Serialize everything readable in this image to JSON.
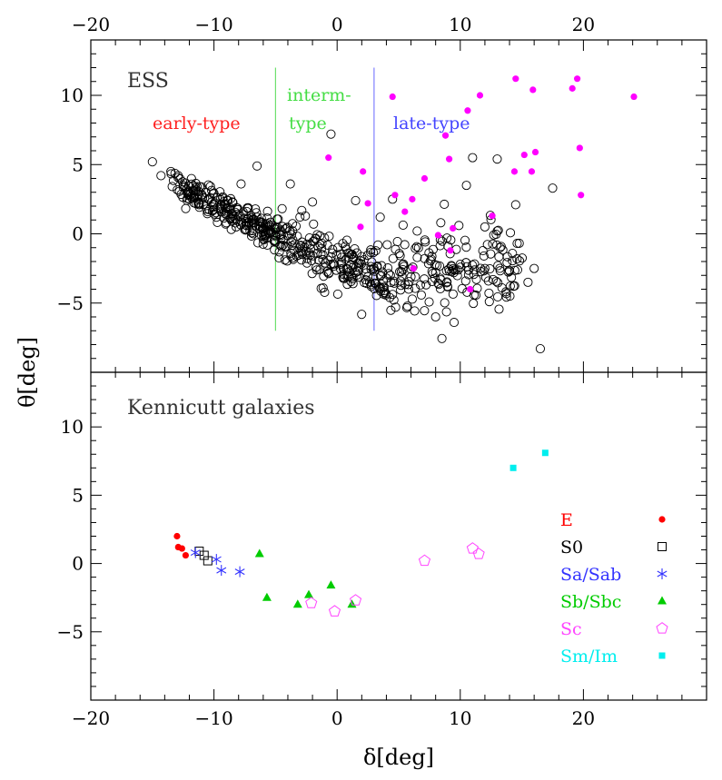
{
  "chart_data": [
    {
      "type": "scatter",
      "panel": "top",
      "title": "ESS",
      "xlim": [
        -20,
        30
      ],
      "ylim": [
        -10,
        14
      ],
      "x_ticks": [
        -20,
        -10,
        0,
        10,
        20
      ],
      "x_tick_labels": [
        "−20",
        "−10",
        "0",
        "10",
        "20"
      ],
      "y_ticks": [
        -5,
        0,
        5,
        10
      ],
      "y_tick_labels": [
        "−5",
        "0",
        "5",
        "10"
      ],
      "grid": false,
      "vlines": [
        {
          "x": -5,
          "color": "#6ee06e",
          "y_range": [
            -7,
            12
          ]
        },
        {
          "x": 3,
          "color": "#8080ff",
          "y_range": [
            -7,
            12
          ]
        }
      ],
      "regions": [
        {
          "label": "early-type",
          "color": "#ff2020"
        },
        {
          "label": "interm-",
          "color": "#44dd44"
        },
        {
          "label": "type",
          "color": "#44dd44"
        },
        {
          "label": "late-type",
          "color": "#4444ff"
        }
      ],
      "series": [
        {
          "marker": "open-circle",
          "color": "#000000",
          "n_points": 640,
          "points": [
            [
              -15,
              5.2
            ],
            [
              -14.3,
              4.2
            ],
            [
              -13.5,
              4.5
            ],
            [
              -12.5,
              3.5
            ],
            [
              -12.2,
              3.2
            ],
            [
              -11.8,
              2.6
            ],
            [
              -11.2,
              2.1
            ],
            [
              -10.5,
              1.6
            ],
            [
              -9.8,
              1.2
            ],
            [
              -9,
              0.8
            ],
            [
              -8.2,
              0.5
            ],
            [
              -7.5,
              0.3
            ],
            [
              -6.8,
              0
            ],
            [
              -6,
              -0.4
            ],
            [
              -5,
              -0.6
            ],
            [
              -4.2,
              -0.9
            ],
            [
              -3.5,
              -1.2
            ],
            [
              -2.5,
              -1.5
            ],
            [
              -1.5,
              -1.9
            ],
            [
              -0.5,
              -2.2
            ],
            [
              0.5,
              -2.5
            ],
            [
              1.5,
              -2.8
            ],
            [
              2.5,
              -3.1
            ],
            [
              4,
              -3.2
            ],
            [
              6,
              -3.1
            ],
            [
              8,
              -2.8
            ],
            [
              10,
              -2.2
            ],
            [
              12,
              -2.5
            ],
            [
              14,
              -2.7
            ],
            [
              15.5,
              -3.5
            ],
            [
              16.5,
              -8.3
            ],
            [
              8,
              -6
            ],
            [
              9.5,
              -6.4
            ],
            [
              -0.5,
              7.2
            ],
            [
              -6.5,
              4.9
            ],
            [
              -7.8,
              3.6
            ],
            [
              4.5,
              2.5
            ],
            [
              11,
              5.5
            ],
            [
              13,
              5.4
            ],
            [
              17.5,
              3.3
            ],
            [
              12,
              0.5
            ],
            [
              16,
              -2.5
            ],
            [
              3.5,
              1.2
            ],
            [
              6.5,
              0.2
            ],
            [
              -2,
              2.3
            ],
            [
              -3.8,
              3.6
            ],
            [
              1.5,
              2.4
            ],
            [
              10.5,
              3.5
            ],
            [
              13,
              0.2
            ],
            [
              14.5,
              2.1
            ]
          ]
        },
        {
          "marker": "filled-circle",
          "color": "#ff00ff",
          "points": [
            [
              4.5,
              9.9
            ],
            [
              -0.7,
              5.5
            ],
            [
              2.5,
              2.2
            ],
            [
              4.7,
              2.8
            ],
            [
              5.5,
              1.6
            ],
            [
              6.1,
              2.5
            ],
            [
              7.1,
              4.0
            ],
            [
              8.2,
              -0.1
            ],
            [
              8.8,
              7.1
            ],
            [
              9.1,
              5.4
            ],
            [
              9.2,
              -1.2
            ],
            [
              9.4,
              0.4
            ],
            [
              10.6,
              8.9
            ],
            [
              11.6,
              10.0
            ],
            [
              12.6,
              1.3
            ],
            [
              14.4,
              4.5
            ],
            [
              14.5,
              11.2
            ],
            [
              15.2,
              5.7
            ],
            [
              15.8,
              4.5
            ],
            [
              15.9,
              10.4
            ],
            [
              16.1,
              5.9
            ],
            [
              19.1,
              10.5
            ],
            [
              19.5,
              11.2
            ],
            [
              19.7,
              6.2
            ],
            [
              19.8,
              2.8
            ],
            [
              24.1,
              9.9
            ],
            [
              2.1,
              4.5
            ],
            [
              6.2,
              -2.5
            ],
            [
              10.8,
              -4.0
            ],
            [
              1.9,
              0.5
            ]
          ]
        }
      ]
    },
    {
      "type": "scatter",
      "panel": "bottom",
      "title": "Kennicutt galaxies",
      "xlabel": "δ[deg]",
      "ylabel": "θ[deg]",
      "xlim": [
        -20,
        30
      ],
      "ylim": [
        -10,
        14
      ],
      "x_ticks": [
        -20,
        -10,
        0,
        10,
        20
      ],
      "x_tick_labels": [
        "−20",
        "−10",
        "0",
        "10",
        "20"
      ],
      "y_ticks": [
        -5,
        0,
        5,
        10
      ],
      "y_tick_labels": [
        "−5",
        "0",
        "5",
        "10"
      ],
      "grid": false,
      "legend_position": "lower-right",
      "series": [
        {
          "name": "E",
          "marker": "filled-circle",
          "color": "#ff0000",
          "points": [
            [
              -13.0,
              2.0
            ],
            [
              -12.9,
              1.2
            ],
            [
              -12.6,
              1.1
            ],
            [
              -12.3,
              0.6
            ]
          ]
        },
        {
          "name": "S0",
          "marker": "open-square",
          "color": "#000000",
          "points": [
            [
              -11.2,
              0.9
            ],
            [
              -10.8,
              0.6
            ],
            [
              -10.5,
              0.2
            ]
          ]
        },
        {
          "name": "Sa/Sab",
          "marker": "asterisk",
          "color": "#3333ff",
          "points": [
            [
              -11.5,
              0.8
            ],
            [
              -9.8,
              0.3
            ],
            [
              -9.4,
              -0.5
            ],
            [
              -7.9,
              -0.6
            ]
          ]
        },
        {
          "name": "Sb/Sbc",
          "marker": "filled-triangle",
          "color": "#00cc00",
          "points": [
            [
              -6.3,
              0.7
            ],
            [
              -5.7,
              -2.5
            ],
            [
              -3.2,
              -3.0
            ],
            [
              -2.3,
              -2.3
            ],
            [
              -0.5,
              -1.6
            ],
            [
              1.2,
              -3.0
            ]
          ]
        },
        {
          "name": "Sc",
          "marker": "open-pentagon",
          "color": "#ff44ff",
          "points": [
            [
              -2.1,
              -2.9
            ],
            [
              -0.2,
              -3.5
            ],
            [
              1.5,
              -2.7
            ],
            [
              7.1,
              0.2
            ],
            [
              11.0,
              1.1
            ],
            [
              11.5,
              0.7
            ]
          ]
        },
        {
          "name": "Sm/Im",
          "marker": "filled-square",
          "color": "#00eeee",
          "points": [
            [
              14.3,
              7.0
            ],
            [
              16.9,
              8.1
            ]
          ]
        }
      ]
    }
  ]
}
